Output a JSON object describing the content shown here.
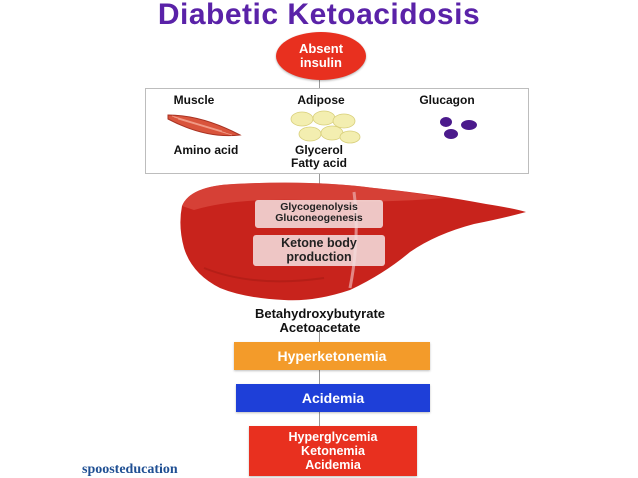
{
  "title": "Diabetic Ketoacidosis",
  "absent": {
    "line1": "Absent",
    "line2": "insulin"
  },
  "panel": {
    "muscle_label": "Muscle",
    "adipose_label": "Adipose",
    "glucagon_label": "Glucagon",
    "muscle_product": "Amino acid",
    "adipose_product_1": "Glycerol",
    "adipose_product_2": "Fatty acid"
  },
  "liver": {
    "process_1": "Glycogenolysis",
    "process_2": "Gluconeogenesis",
    "ketone_1": "Ketone body",
    "ketone_2": "production"
  },
  "ketones": {
    "line1": "Betahydroxybutyrate",
    "line2": "Acetoacetate"
  },
  "boxes": {
    "hyperketonemia": "Hyperketonemia",
    "acidemia": "Acidemia",
    "result_1": "Hyperglycemia",
    "result_2": "Ketonemia",
    "result_3": "Acidemia"
  },
  "credit": "spoosteducation",
  "colors": {
    "title": "#5a22a8",
    "red": "#e8301f",
    "orange": "#f39b2a",
    "blue": "#1e3fd8",
    "liver": "#c8231c",
    "glucagon": "#4b1a8c",
    "credit": "#1f4f93"
  },
  "icons": {
    "muscle": "muscle-fiber-icon",
    "adipose": "fat-cells-icon",
    "glucagon": "glucagon-molecules-icon",
    "liver": "liver-icon"
  }
}
